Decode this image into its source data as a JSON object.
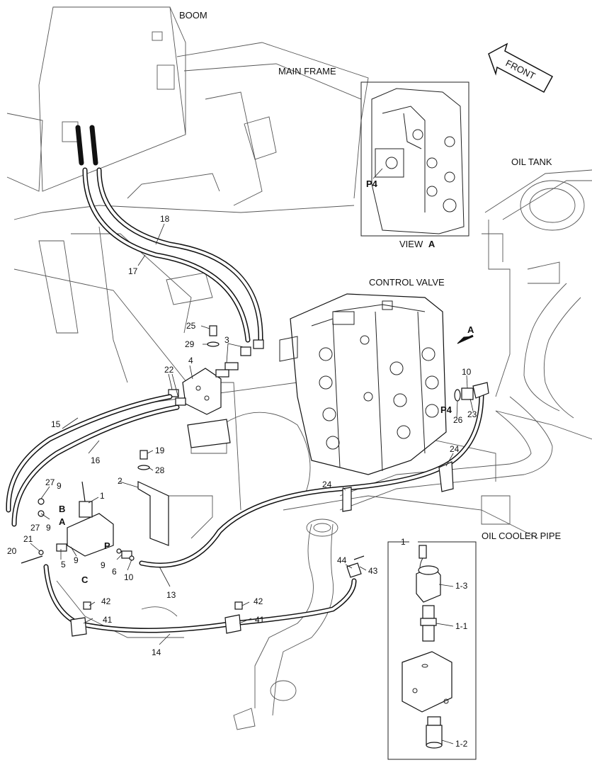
{
  "labels": {
    "boom": "BOOM",
    "main_frame": "MAIN FRAME",
    "front": "FRONT",
    "oil_tank": "OIL TANK",
    "control_valve": "CONTROL VALVE",
    "view_a_word": "VIEW",
    "view_a_letter": "A",
    "oil_cooler_pipe": "OIL COOLER PIPE",
    "arrow_a": "A",
    "p4_inset": "P4",
    "p4_main": "P4",
    "port_a": "A",
    "port_b": "B",
    "port_p": "P",
    "port_c": "C"
  },
  "callouts": {
    "c1": "1",
    "c2": "2",
    "c3": "3",
    "c4": "4",
    "c5": "5",
    "c6": "6",
    "c9a": "9",
    "c9b": "9",
    "c9c": "9",
    "c9d": "9",
    "c10a": "10",
    "c10b": "10",
    "c13": "13",
    "c14": "14",
    "c15": "15",
    "c16": "16",
    "c17": "17",
    "c18": "18",
    "c19": "19",
    "c20": "20",
    "c21": "21",
    "c22": "22",
    "c23": "23",
    "c24a": "24",
    "c24b": "24",
    "c25": "25",
    "c26": "26",
    "c27a": "27",
    "c27b": "27",
    "c28": "28",
    "c29": "29",
    "c41a": "41",
    "c41b": "41",
    "c42a": "42",
    "c42b": "42",
    "c43": "43",
    "c44": "44"
  },
  "detail": {
    "title": "1",
    "c1_3": "1-3",
    "c1_1": "1-1",
    "c1_2": "1-2"
  }
}
